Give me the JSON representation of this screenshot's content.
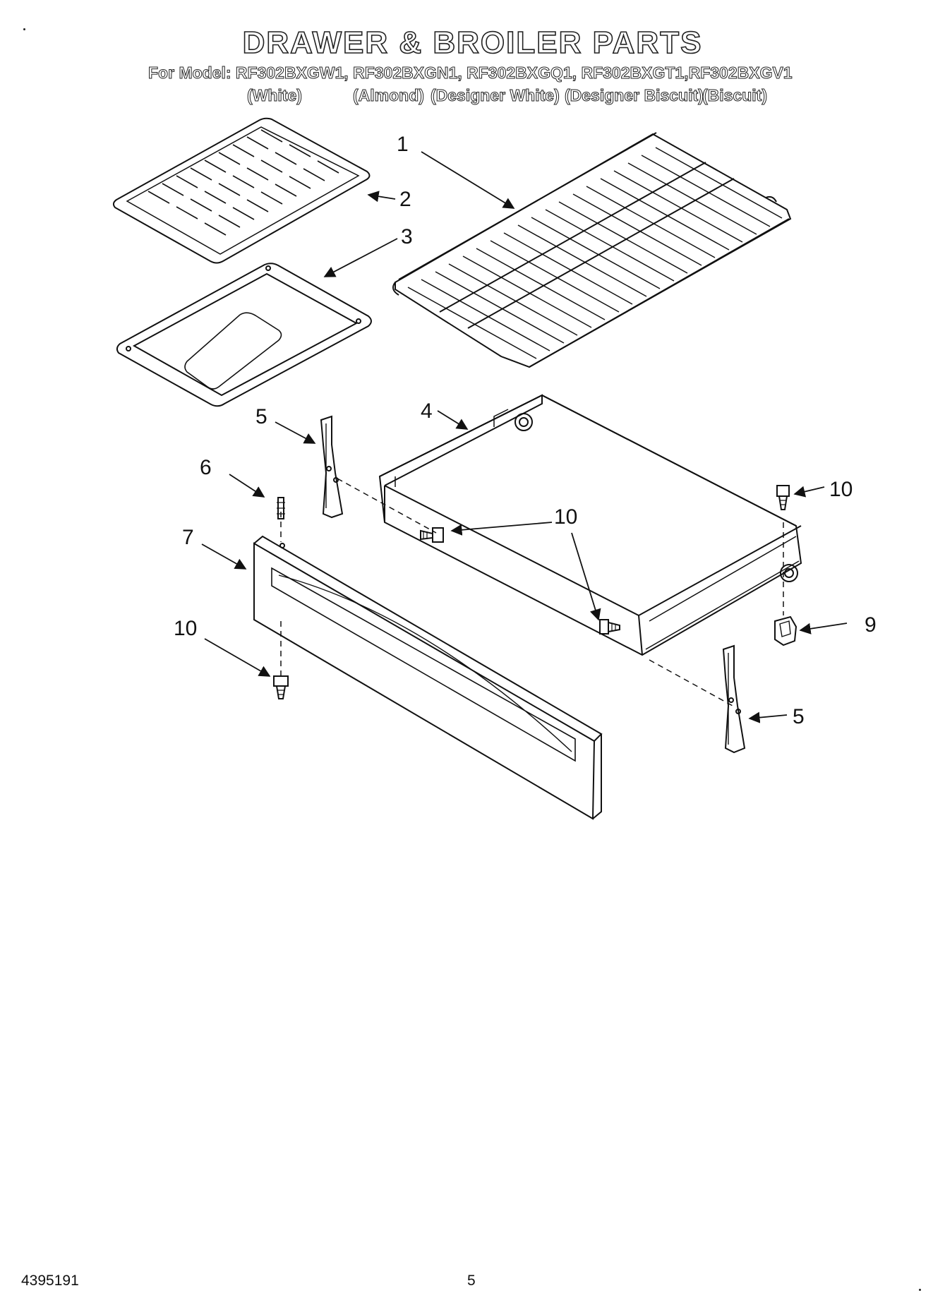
{
  "header": {
    "title": "DRAWER & BROILER PARTS",
    "model_line": "For Model: RF302BXGW1, RF302BXGN1, RF302BXGQ1, RF302BXGT1,RF302BXGV1",
    "colors": [
      "(White)",
      "(Almond)",
      "(Designer White)",
      "(Designer Biscuit)",
      "(Biscuit)"
    ]
  },
  "callouts": {
    "c1": "1",
    "c2": "2",
    "c3": "3",
    "c4": "4",
    "c5a": "5",
    "c5b": "5",
    "c6": "6",
    "c7": "7",
    "c9": "9",
    "c10a": "10",
    "c10b": "10",
    "c10c": "10"
  },
  "footer": {
    "doc_number": "4395191",
    "page_number": "5"
  }
}
